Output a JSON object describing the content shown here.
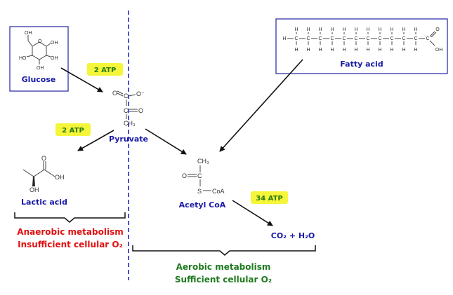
{
  "colors": {
    "label": "#1a1aa6",
    "badge": "#f5f53a",
    "anaerobic": "#e01010",
    "aerobic": "#1e7a1e",
    "divider": "#2222cc"
  },
  "glucose": {
    "label": "Glucose",
    "atoms": [
      "OH",
      "O",
      "OH",
      "HO",
      "OH",
      "OH"
    ]
  },
  "fatty_acid": {
    "label": "Fatty acid",
    "carbons": 11,
    "atoms": {
      "h": "H",
      "c": "C",
      "o": "O",
      "oh": "OH"
    }
  },
  "pyruvate": {
    "label": "Pyruvate",
    "atoms": [
      "O",
      "C",
      "O⁻",
      "C",
      "O",
      "CH₃"
    ]
  },
  "lactic_acid": {
    "label": "Lactic acid",
    "atoms": [
      "O",
      "OH",
      "OH"
    ]
  },
  "acetyl_coa": {
    "label": "Acetyl CoA",
    "atoms": [
      "CH₃",
      "O",
      "C",
      "S",
      "CoA"
    ]
  },
  "products": {
    "label": "CO₂ + H₂O"
  },
  "badges": {
    "glycolysis": "2 ATP",
    "fermentation": "2 ATP",
    "aerobic": "34 ATP"
  },
  "anaerobic": {
    "line1": "Anaerobic metabolism",
    "line2": "Insufficient cellular O₂"
  },
  "aerobic": {
    "line1": "Aerobic metabolism",
    "line2": "Sufficient cellular O₂"
  }
}
